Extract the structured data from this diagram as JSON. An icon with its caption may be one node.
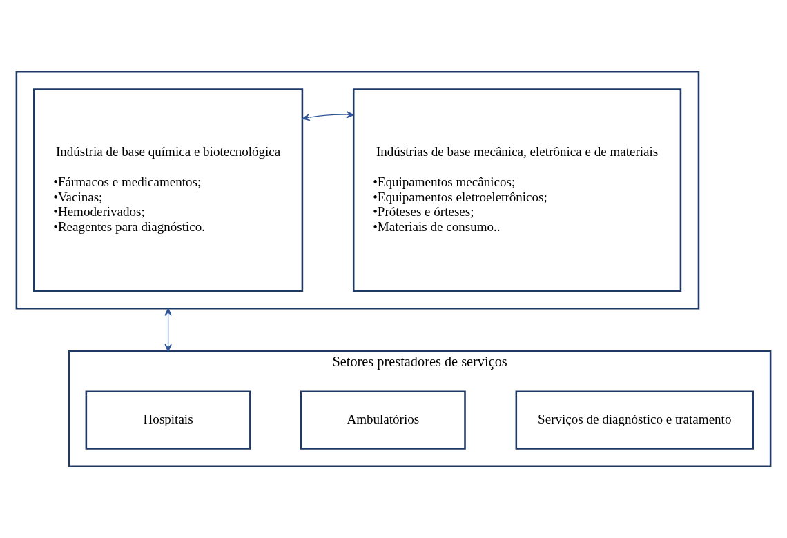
{
  "diagram": {
    "nodes": [
      {
        "text": [],
        "shape": "box"
      },
      {
        "text": [
          "Indústria de base química e biotecnológica",
          "•Fármacos e medicamentos;",
          "•Vacinas;",
          "•Hemoderivados;",
          "•Reagentes para diagnóstico."
        ],
        "in": 0
      },
      {
        "text": [
          "Indústrias de base mecânica, eletrônica e de materiais",
          "•Equipamentos mecânicos;",
          "•Equipamentos eletroeletrônicos;",
          "•Próteses e órteses;",
          "•Materiais de consumo.."
        ],
        "in": 0
      },
      {
        "text": [
          "Setores prestadores de serviços"
        ]
      },
      {
        "text": [
          "Hospitais"
        ],
        "in": 3
      },
      {
        "text": [
          "Ambulatórios"
        ],
        "in": 3
      },
      {
        "text": [
          "Serviços de diagnóstico e tratamento"
        ],
        "in": 3
      }
    ],
    "edges": [
      {
        "from": 1,
        "to": 2,
        "arrow": "both"
      },
      {
        "from": 0,
        "to": 3,
        "arrow": "both"
      }
    ]
  }
}
